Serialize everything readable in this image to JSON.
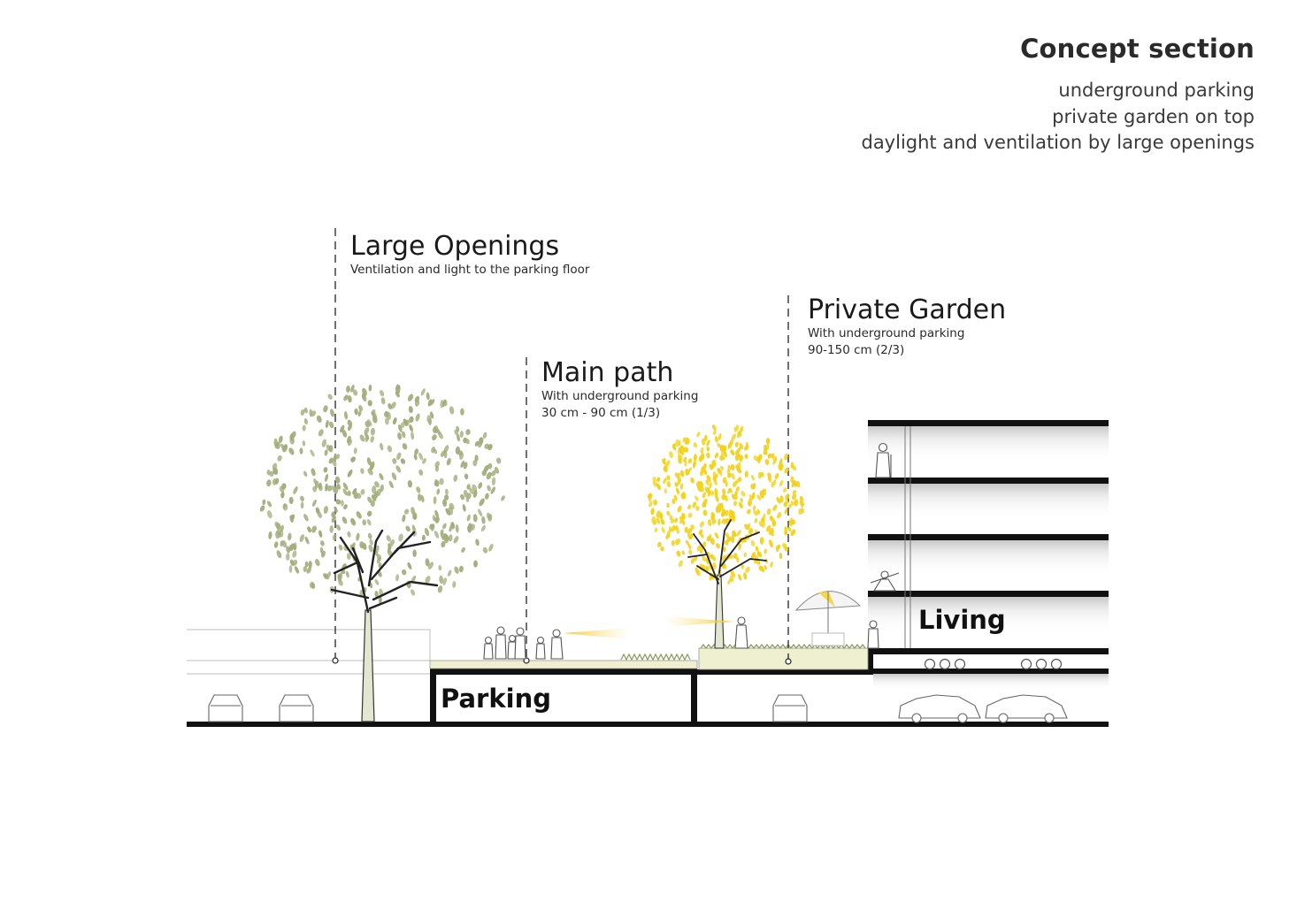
{
  "header": {
    "title": "Concept section",
    "lines": [
      "underground parking",
      "private garden on top",
      "daylight and ventilation by large openings"
    ]
  },
  "callouts": {
    "large_openings": {
      "title": "Large Openings",
      "desc": "Ventilation and light to the parking floor"
    },
    "main_path": {
      "title": "Main path",
      "desc1": "With underground parking",
      "desc2": "30 cm - 90 cm (1/3)"
    },
    "private_garden": {
      "title": "Private Garden",
      "desc1": "With underground parking",
      "desc2": "90-150 cm (2/3)"
    }
  },
  "rooms": {
    "parking": "Parking",
    "living": "Living"
  },
  "colors": {
    "line": "#111111",
    "olive_foliage": "#a3ad7c",
    "yellow_foliage": "#f2d21b",
    "garden_fill": "#eef0cf",
    "beam_yellow": "#f5d84a"
  }
}
